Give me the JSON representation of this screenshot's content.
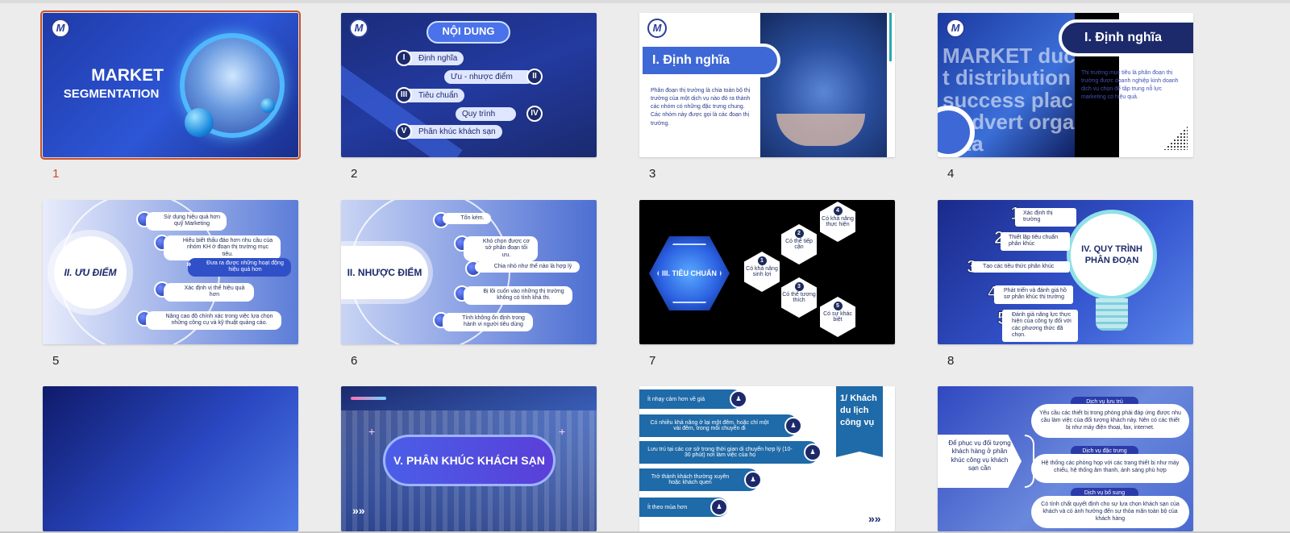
{
  "slides": [
    {
      "number": "1",
      "title_line1": "MARKET",
      "title_line2": "SEGMENTATION"
    },
    {
      "number": "2",
      "heading": "NỘI DUNG",
      "items": [
        {
          "roman": "I",
          "label": "Định nghĩa"
        },
        {
          "roman": "II",
          "label": "Ưu - nhược điểm"
        },
        {
          "roman": "III",
          "label": "Tiêu chuẩn"
        },
        {
          "roman": "IV",
          "label": "Quy trình"
        },
        {
          "roman": "V",
          "label": "Phân khúc khách sạn"
        }
      ]
    },
    {
      "number": "3",
      "title": "I. Định nghĩa",
      "body": "Phân đoạn thị trường là chia toàn bộ thị trường của một dịch vụ nào đó ra thành các nhóm có những đặc trưng chung. Các nhóm này được gọi là các đoạn thị trường."
    },
    {
      "number": "4",
      "title": "I. Định nghĩa",
      "body": "Thị trường mục tiêu là phân đoạn thị trường được doanh nghiệp kinh doanh dịch vụ chọn để tập trung nỗ lực marketing có hiệu quả.",
      "bg_words": "MARKET duct distribution success place advert organiza"
    },
    {
      "number": "5",
      "title": "II. ƯU ĐIỂM",
      "items": [
        "Sử dụng hiệu quả hơn quỹ Marketing",
        "Hiểu biết thấu đáo hơn nhu cầu của nhóm KH ở đoạn thị trường mục tiêu.",
        "Đưa ra được những hoạt động hiệu quả hơn",
        "Xác định vị thế hiệu quả hơn",
        "Nâng cao độ chính xác trong việc lựa chọn những công cụ và kỹ thuật quảng cáo."
      ]
    },
    {
      "number": "6",
      "title": "II. NHƯỢC ĐIỂM",
      "items": [
        "Tốn kém.",
        "Khó chọn được cơ sở phân đoạn tối ưu.",
        "Chia nhỏ như thế nào là hợp lý",
        "Bị lôi cuốn vào những thị trường không có tính khả thi.",
        "Tính không ổn định trong hành vi người tiêu dùng"
      ]
    },
    {
      "number": "7",
      "title": "III. TIÊU CHUẨN",
      "items": [
        {
          "n": "1",
          "label": "Có khả năng sinh lợi"
        },
        {
          "n": "2",
          "label": "Có thể tiếp cận"
        },
        {
          "n": "3",
          "label": "Có thể tương thích"
        },
        {
          "n": "4",
          "label": "Có khả năng thực hiện"
        },
        {
          "n": "5",
          "label": "Có sự khác biệt"
        }
      ]
    },
    {
      "number": "8",
      "title": "IV. QUY TRÌNH PHÂN ĐOẠN",
      "items": [
        {
          "n": "1",
          "label": "Xác định thị trường"
        },
        {
          "n": "2",
          "label": "Thiết lập tiêu chuẩn phân khúc"
        },
        {
          "n": "3",
          "label": "Tạo các tiêu thức phân khúc"
        },
        {
          "n": "4",
          "label": "Phát triển và đánh giá hồ sơ phân khúc thị trường"
        },
        {
          "n": "5",
          "label": "Đánh giá năng lực thực hiện của công ty đối với các phương thức đã chọn."
        }
      ]
    },
    {
      "number": ""
    },
    {
      "number": "",
      "title": "V. PHÂN KHÚC KHÁCH SẠN"
    },
    {
      "number": "",
      "title": "1/ Khách du lịch công vụ",
      "items": [
        "Ít nhạy cảm hơn về giá",
        "Có nhiều khả năng ở lại một đêm, hoặc chỉ một vài đêm, trong mỗi chuyến đi",
        "Lưu trú tại các cơ sở trong thời gian di chuyển hợp lý (10-30 phút) nơi làm việc của họ",
        "Trở thành khách thường xuyên hoặc khách quen",
        "Ít theo mùa hơn"
      ]
    },
    {
      "number": "",
      "left_text": "Để phục vụ đối tượng khách hàng ở phân khúc công vụ khách sạn cần",
      "services": [
        {
          "label": "Dịch vụ lưu trú",
          "desc": "Yêu cầu các thiết bị trong phòng phải đáp ứng được nhu cầu làm việc của đối tượng khách này. Nên có các thiết bị như máy điện thoại, fax, internet."
        },
        {
          "label": "Dịch vụ đặc trưng",
          "desc": "Hệ thống các phòng họp với các trang thiết bị như máy chiếu, hệ thống âm thanh, ánh sáng phù hợp"
        },
        {
          "label": "Dịch vụ bổ sung",
          "desc": "Có tính chất quyết định cho sự lựa chọn khách sạn của khách và có ảnh hưởng đến sự thỏa mãn toàn bộ của khách hàng"
        }
      ]
    }
  ],
  "colors": {
    "selected": "#c8502b",
    "navy": "#1c2a6b",
    "blue": "#3a5fd8"
  },
  "logo_letter": "M"
}
